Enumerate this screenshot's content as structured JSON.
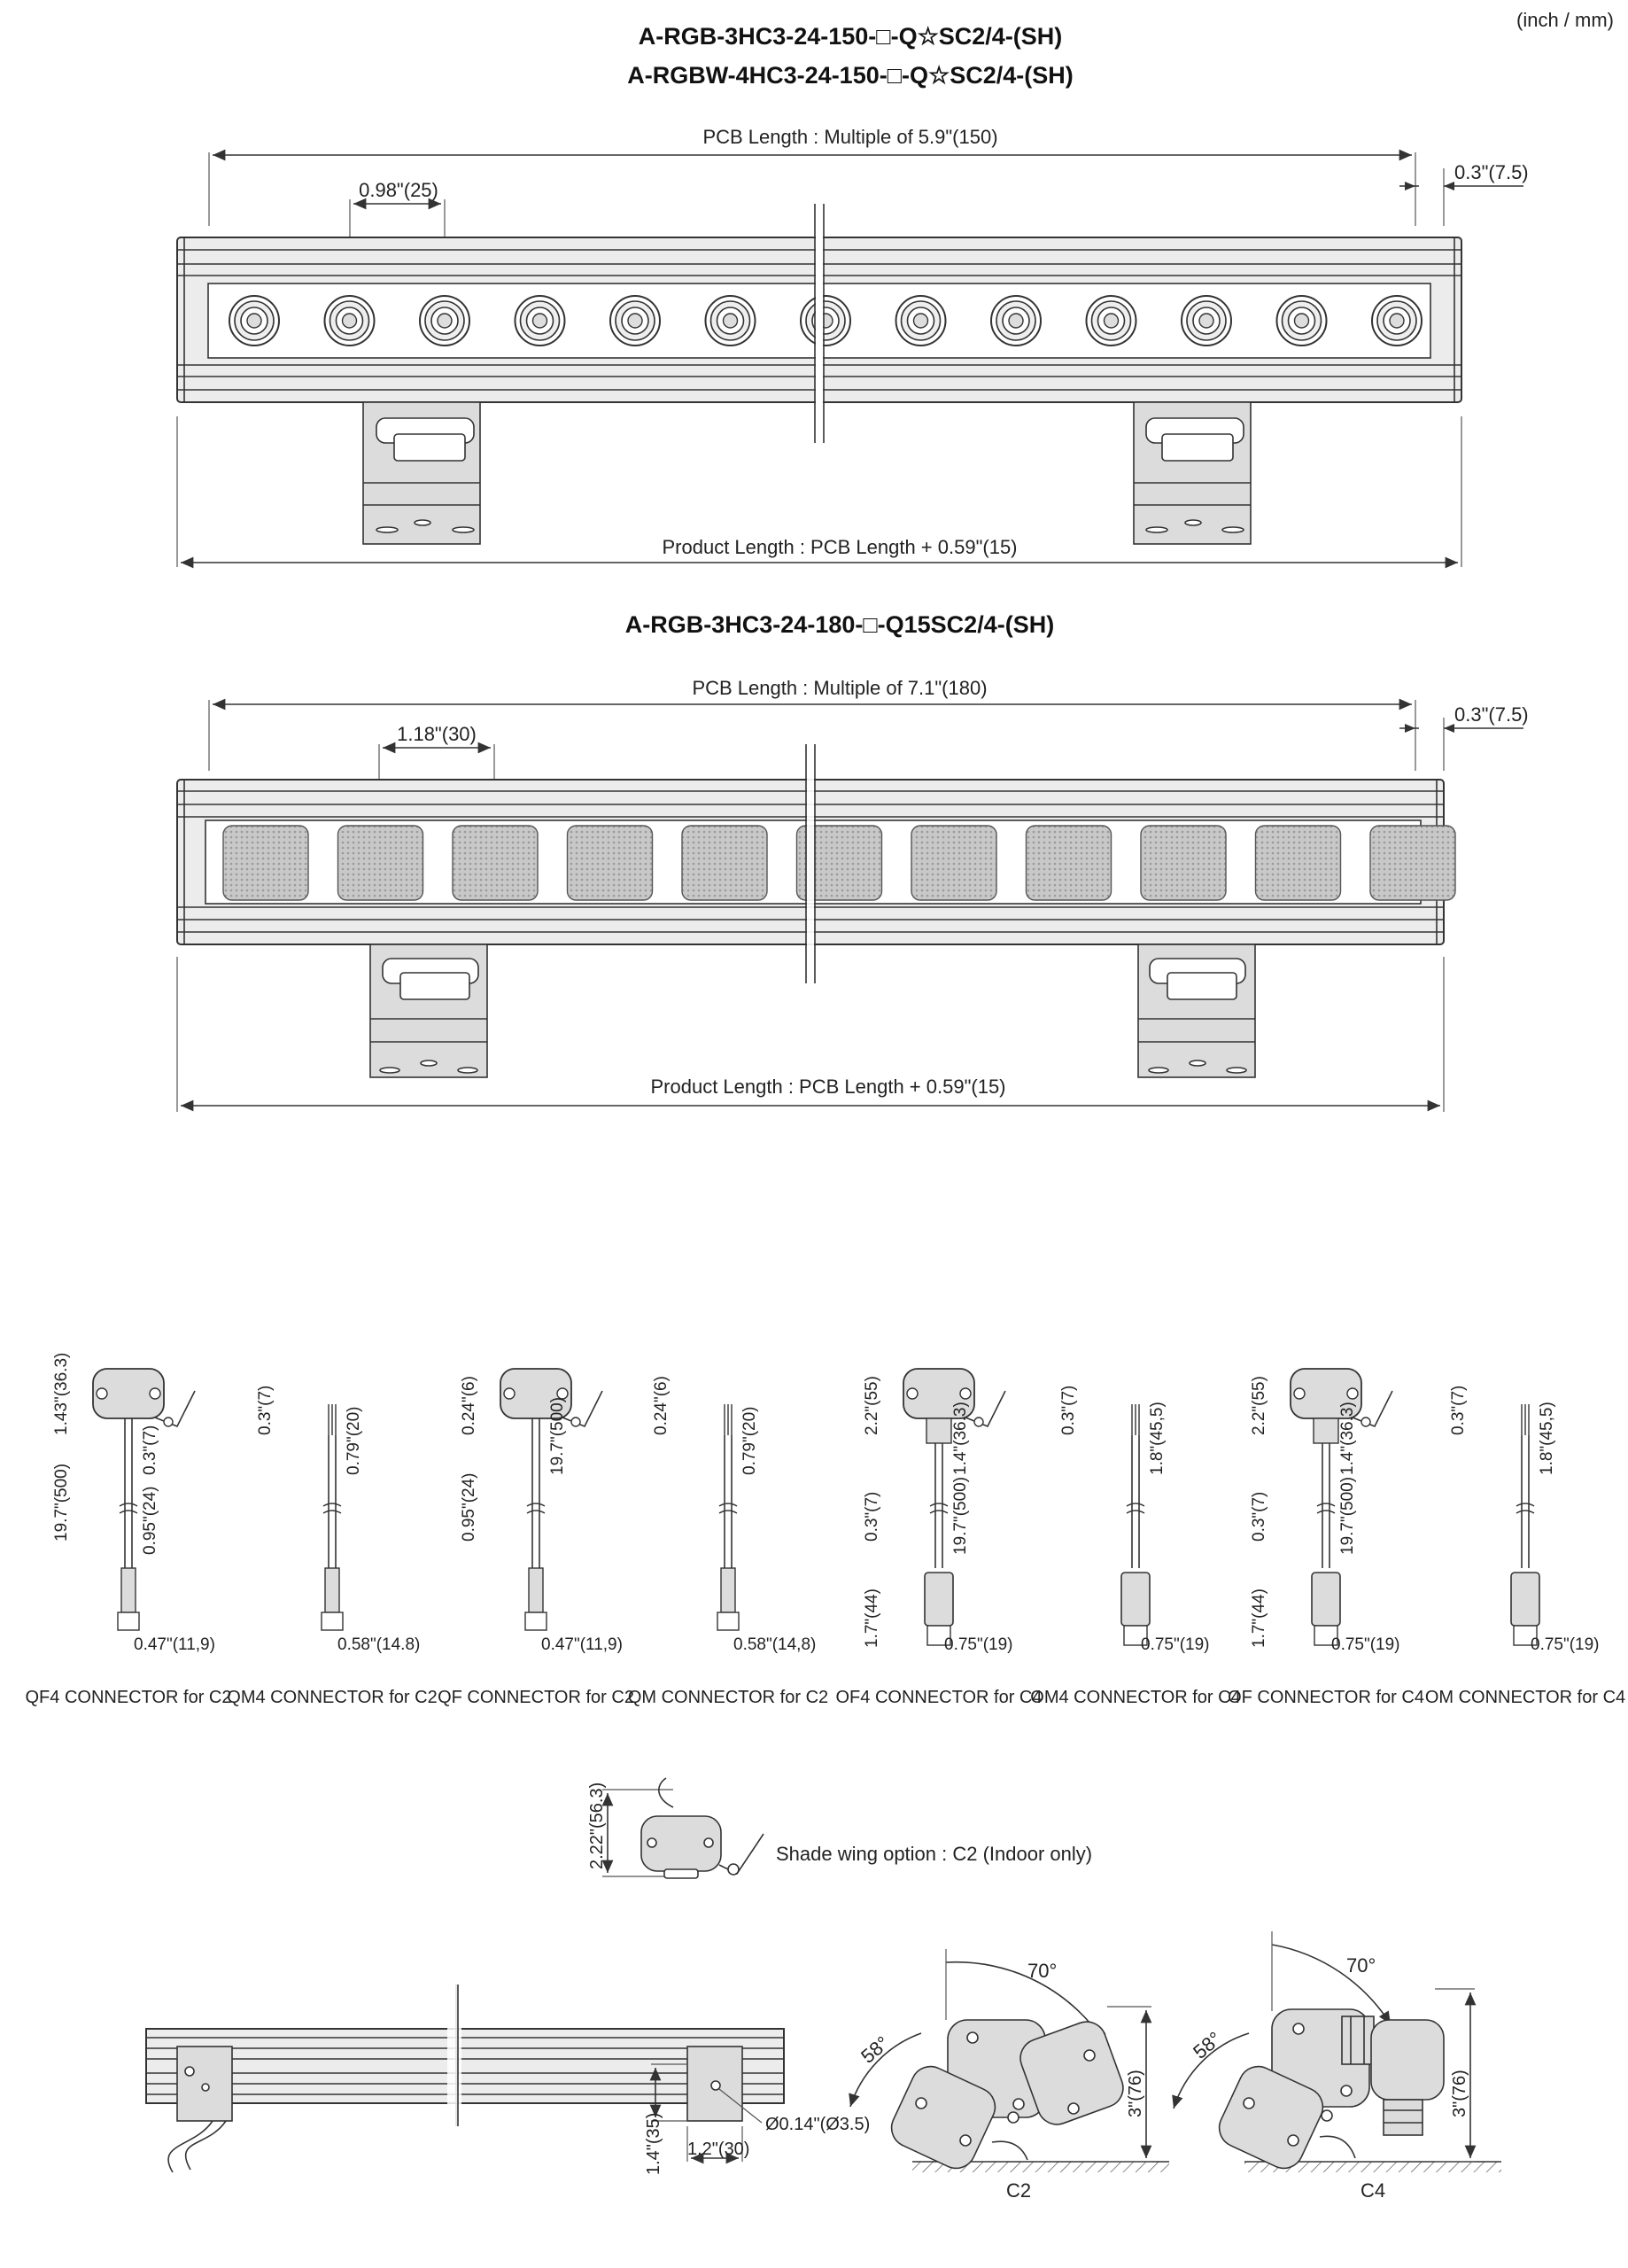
{
  "units_note": "(inch / mm)",
  "section1": {
    "title_line1": "A-RGB-3HC3-24-150-□-Q☆SC2/4-(SH)",
    "title_line2": "A-RGBW-4HC3-24-150-□-Q☆SC2/4-(SH)",
    "pcb_length": "PCB Length : Multiple of 5.9\"(150)",
    "end_offset": "0.3\"(7.5)",
    "pitch": "0.98\"(25)",
    "product_length": "Product Length : PCB Length + 0.59\"(15)",
    "led_count": 13
  },
  "section2": {
    "title": "A-RGB-3HC3-24-180-□-Q15SC2/4-(SH)",
    "pcb_length": "PCB Length : Multiple of 7.1\"(180)",
    "end_offset": "0.3\"(7.5)",
    "pitch": "1.18\"(30)",
    "product_length": "Product Length : PCB Length + 0.59\"(15)",
    "lens_count": 11
  },
  "connectors": [
    {
      "name": "QF4 CONNECTOR for C2",
      "dims": [
        "1.43\"(36.3)",
        "0.3\"(7)",
        "19.7\"(500)",
        "0.95\"(24)",
        "0.47\"(11,9)"
      ]
    },
    {
      "name": "QM4 CONNECTOR for C2",
      "dims": [
        "0.3\"(7)",
        "0.79\"(20)",
        "0.58\"(14.8)"
      ]
    },
    {
      "name": "QF CONNECTOR for C2",
      "dims": [
        "0.24\"(6)",
        "19.7\"(500)",
        "0.95\"(24)",
        "0.47\"(11,9)"
      ]
    },
    {
      "name": "QM CONNECTOR for C2",
      "dims": [
        "0.24\"(6)",
        "0.79\"(20)",
        "0.58\"(14,8)"
      ]
    },
    {
      "name": "OF4 CONNECTOR for C4",
      "dims": [
        "2.2\"(55)",
        "1.4\"(36.3)",
        "0.3\"(7)",
        "19.7\"(500)",
        "1.7\"(44)",
        "0.75\"(19)"
      ]
    },
    {
      "name": "OM4 CONNECTOR for C4",
      "dims": [
        "0.3\"(7)",
        "1.8\"(45,5)",
        "0.75\"(19)"
      ]
    },
    {
      "name": "OF CONNECTOR for C4",
      "dims": [
        "2.2\"(55)",
        "1.4\"(36.3)",
        "0.3\"(7)",
        "19.7\"(500)",
        "1.7\"(44)",
        "0.75\"(19)"
      ]
    },
    {
      "name": "OM CONNECTOR for C4",
      "dims": [
        "0.3\"(7)",
        "1.8\"(45,5)",
        "0.75\"(19)"
      ]
    }
  ],
  "shade_wing": {
    "dim": "2.22\"(56.3)",
    "label": "Shade wing option : C2 (Indoor only)"
  },
  "side_view": {
    "height": "1.4\"(35)",
    "width": "1.2\"(30)",
    "hole": "Ø0.14\"(Ø3.5)"
  },
  "rotation_c2": {
    "angle_top": "70°",
    "angle_left": "58°",
    "height": "3\"(76)",
    "label": "C2"
  },
  "rotation_c4": {
    "angle_top": "70°",
    "angle_left": "58°",
    "height": "3\"(76)",
    "label": "C4"
  }
}
